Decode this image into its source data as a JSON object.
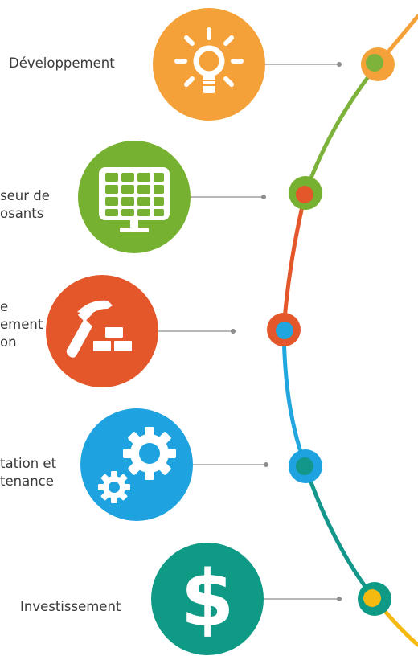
{
  "stages": [
    {
      "id": "dev",
      "label": "Développement",
      "icon": "lightbulb-icon",
      "circle_color": "#F5A13A",
      "curve_color": "#7DB33A",
      "node_outer": "#F5A13A",
      "node_inner": "#7DB33A"
    },
    {
      "id": "supplier",
      "label": "seur de\nosants",
      "icon": "solar-panel-icon",
      "circle_color": "#77B131",
      "curve_color": "#E4572A",
      "node_outer": "#77B131",
      "node_inner": "#E4572A"
    },
    {
      "id": "build",
      "label": "e\nement\non",
      "icon": "hammer-bricks-icon",
      "circle_color": "#E4572A",
      "curve_color": "#22A6DF",
      "node_outer": "#E4572A",
      "node_inner": "#22A6DF"
    },
    {
      "id": "ops",
      "label": "tation et\ntenance",
      "icon": "gears-icon",
      "circle_color": "#1EA2E0",
      "curve_color": "#14978B",
      "node_outer": "#1EA2E0",
      "node_inner": "#14978B"
    },
    {
      "id": "invest",
      "label": "Investissement",
      "icon": "dollar-icon",
      "circle_color": "#0E9A85",
      "curve_color": "#F5BA12",
      "node_outer": "#0E9A85",
      "node_inner": "#F5BA12"
    }
  ],
  "top_curve_color": "#F5A13A",
  "connector_color": "#8E8E8E"
}
